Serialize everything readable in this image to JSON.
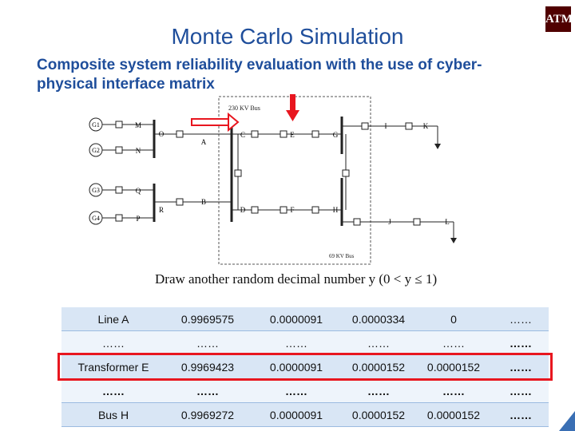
{
  "logo": {
    "text": "ATM"
  },
  "title": "Monte Carlo Simulation",
  "subtitle": "Composite system reliability evaluation with the use of cyber-physical interface matrix",
  "diagram": {
    "top_bus_label": "230 KV Bus",
    "bottom_bus_label": "69 KV Bus",
    "generators": [
      "G1",
      "G2",
      "G3",
      "G4"
    ],
    "nodes": [
      "M",
      "N",
      "O",
      "P",
      "Q",
      "R",
      "A",
      "B",
      "C",
      "D",
      "E",
      "F",
      "G",
      "H",
      "I",
      "J",
      "K",
      "L"
    ]
  },
  "caption": "Draw another random decimal number y (0 < y ≤ 1)",
  "table": {
    "rows": [
      {
        "label": "Line A",
        "cells": [
          "0.9969575",
          "0.0000091",
          "0.0000334",
          "0",
          "……"
        ]
      },
      {
        "label": "……",
        "cells": [
          "……",
          "……",
          "……",
          "……",
          "……"
        ]
      },
      {
        "label": "Transformer E",
        "cells": [
          "0.9969423",
          "0.0000091",
          "0.0000152",
          "0.0000152",
          "……"
        ]
      },
      {
        "label": "……",
        "cells": [
          "……",
          "……",
          "……",
          "……",
          "……"
        ]
      },
      {
        "label": "Bus H",
        "cells": [
          "0.9969272",
          "0.0000091",
          "0.0000152",
          "0.0000152",
          "……"
        ]
      }
    ]
  },
  "colors": {
    "title": "#1f4e9b",
    "highlight": "#e8161f",
    "table_band": "#d9e6f5",
    "arrow": "#e8161f"
  }
}
